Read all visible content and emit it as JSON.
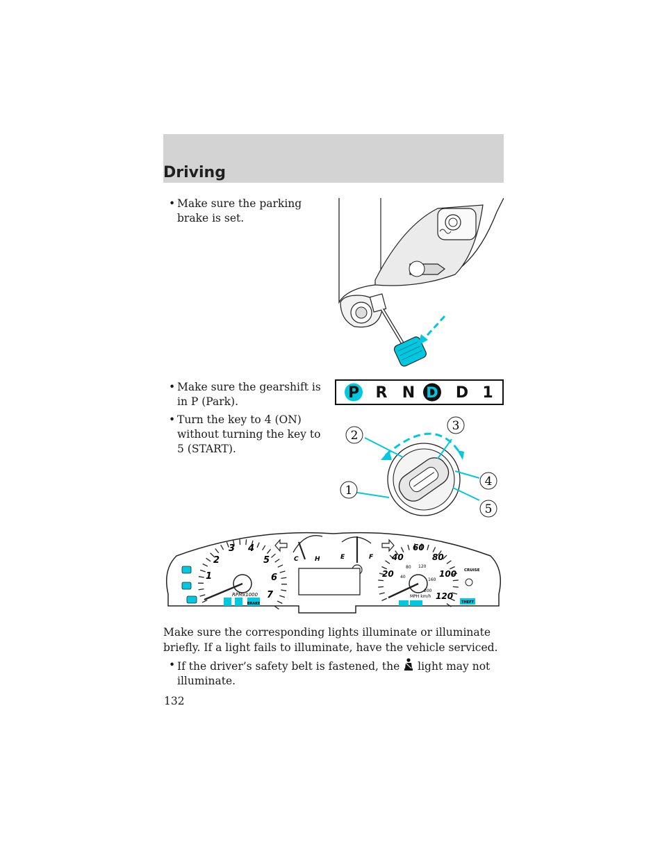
{
  "header": {
    "title": "Driving"
  },
  "bullets": [
    {
      "symbol": "•",
      "text": "Make sure the parking brake is set."
    },
    {
      "symbol": "•",
      "text": "Make sure the gearshift is in P (Park)."
    },
    {
      "symbol": "•",
      "text": "Turn the key to 4 (ON) without turning the key to 5 (START)."
    }
  ],
  "gear_selector": {
    "positions": [
      "P",
      "R",
      "N",
      "D",
      "D",
      "1"
    ],
    "highlight_color": "#00c8e0"
  },
  "ignition_callouts": [
    "1",
    "2",
    "3",
    "4",
    "5"
  ],
  "cluster": {
    "tach_numbers": [
      "1",
      "2",
      "3",
      "4",
      "5",
      "6",
      "7"
    ],
    "tach_label": "RPMx1000",
    "temp_labels": [
      "C",
      "H"
    ],
    "fuel_labels": [
      "E",
      "F"
    ],
    "speed_mph": [
      "20",
      "40",
      "60",
      "80",
      "100",
      "120"
    ],
    "speed_kmh": [
      "40",
      "80",
      "120",
      "160",
      "200"
    ],
    "speed_label": "MPH km/h",
    "brake_label": "BRAKE",
    "cruise_label": "CRUISE",
    "theft_label": "THEFT",
    "accent_color": "#00c8e0"
  },
  "paragraph": "Make sure the corresponding lights illuminate or illuminate briefly. If a light fails to illuminate, have the vehicle serviced.",
  "last_bullet": {
    "symbol": "•",
    "before": "If the driver’s safety belt is fastened, the",
    "after": "light may not illuminate."
  },
  "page_number": "132"
}
